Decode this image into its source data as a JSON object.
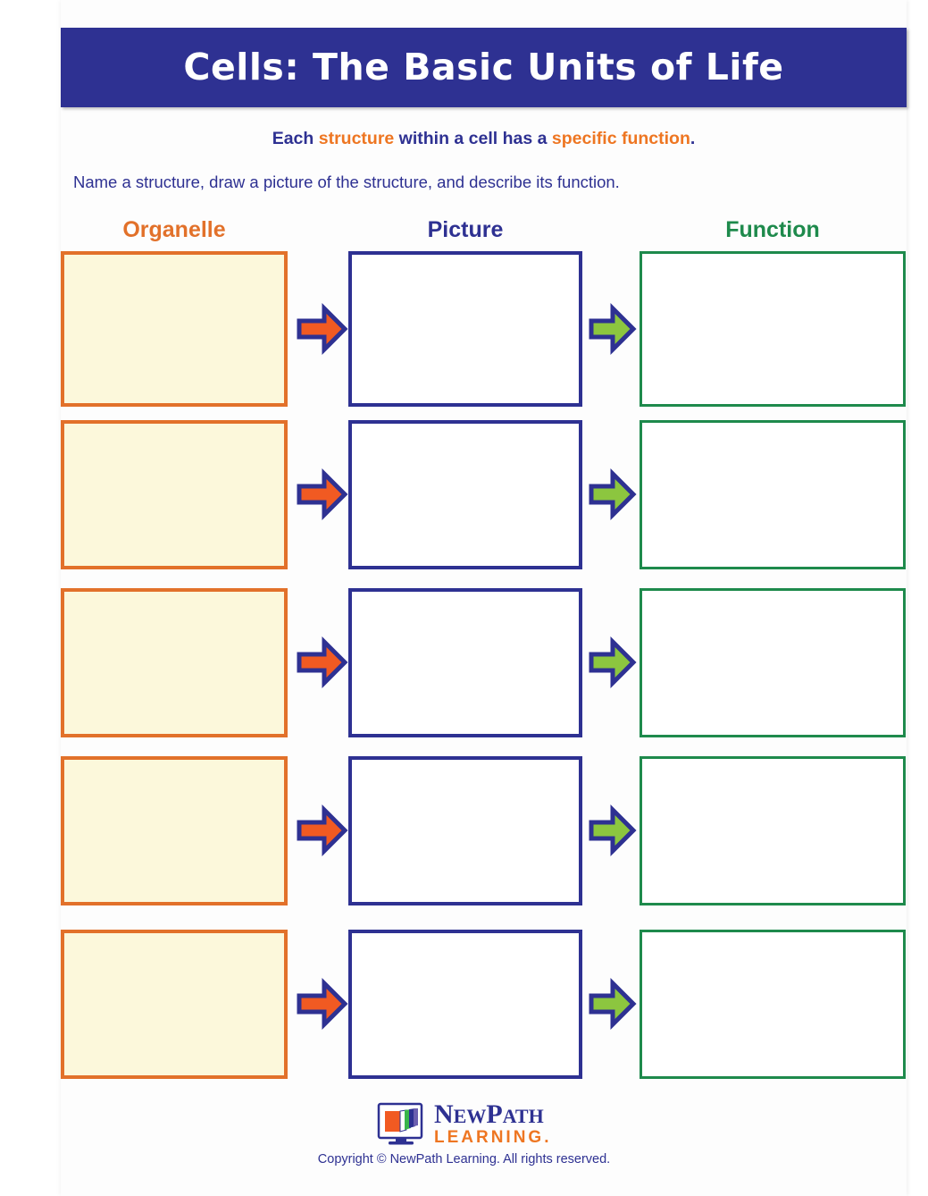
{
  "page": {
    "title": "Cells: The Basic Units of Life",
    "background_color": "#ffffff"
  },
  "banner": {
    "title": "Cells: The Basic Units of Life",
    "background_color": "#2E3192",
    "text_color": "#ffffff"
  },
  "instructions": {
    "line1": {
      "part1": "Each ",
      "highlight1": "structure",
      "part2": " within a cell has a ",
      "highlight2": "specific function",
      "part3": "."
    },
    "line2": "Name a structure, draw a picture of the structure, and describe its function."
  },
  "columns": [
    {
      "label": "Organelle",
      "color": "#E2712A"
    },
    {
      "label": "Picture",
      "color": "#2E3192"
    },
    {
      "label": "Function",
      "color": "#1E8A4C"
    }
  ],
  "colors": {
    "navy": "#2E3192",
    "orange": "#E2712A",
    "orange_bright": "#F15A22",
    "green": "#1E8A4C",
    "green_bright": "#8CC63F",
    "cream": "#FCF8DB",
    "white": "#ffffff"
  },
  "rows": [
    {
      "organelle": "",
      "picture": "",
      "function": ""
    },
    {
      "organelle": "",
      "picture": "",
      "function": ""
    },
    {
      "organelle": "",
      "picture": "",
      "function": ""
    },
    {
      "organelle": "",
      "picture": "",
      "function": ""
    },
    {
      "organelle": "",
      "picture": "",
      "function": ""
    }
  ],
  "arrows": {
    "organelle_to_picture": {
      "icon": "arrow-right-icon",
      "fill": "#F15A22",
      "stroke": "#2E3192"
    },
    "picture_to_function": {
      "icon": "arrow-right-icon",
      "fill": "#8CC63F",
      "stroke": "#2E3192"
    }
  },
  "footer": {
    "logo": {
      "icon": "newpath-book-monitor-icon",
      "name_part1": "N",
      "name_part2": "EW",
      "name_part3": "P",
      "name_part4": "ATH",
      "tagline": "LEARNING."
    },
    "copyright": "Copyright © NewPath Learning.  All rights reserved."
  }
}
